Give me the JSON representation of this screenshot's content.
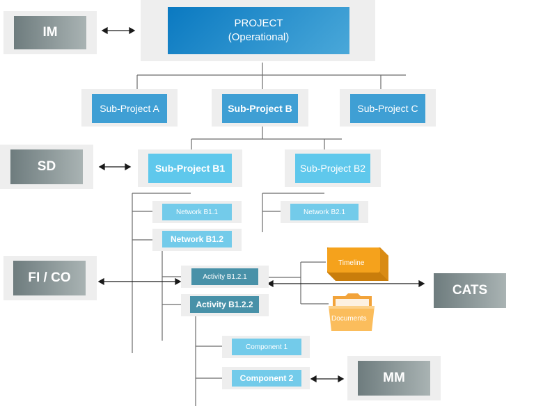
{
  "project": {
    "line1": "PROJECT",
    "line2": "(Operational)"
  },
  "subprojects": {
    "a": "Sub-Project A",
    "b": "Sub-Project B",
    "c": "Sub-Project C"
  },
  "level2": {
    "b1": "Sub-Project B1",
    "b2": "Sub-Project B2"
  },
  "networks": {
    "b11": "Network B1.1",
    "b12": "Network B1.2",
    "b21": "Network B2.1"
  },
  "activities": {
    "a121": "Activity B1.2.1",
    "a122": "Activity B1.2.2"
  },
  "components": {
    "c1": "Component 1",
    "c2": "Component 2"
  },
  "modules": {
    "im": "IM",
    "sd": "SD",
    "fico": "FI / CO",
    "cats": "CATS",
    "mm": "MM"
  },
  "artifacts": {
    "timeline": "Timeline",
    "documents": "Documents"
  },
  "colors": {
    "orange": "#f5a21c",
    "folder": "#fbbd5c",
    "blue": "#3f9fd4",
    "grey_dark": "#6e7c7e"
  }
}
